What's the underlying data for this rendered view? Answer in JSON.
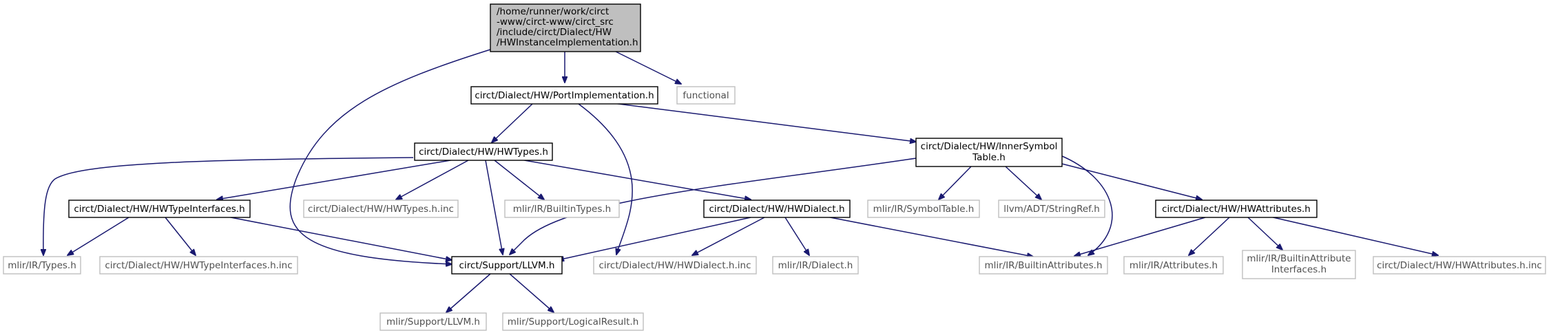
{
  "diagram": {
    "title": "",
    "nodes": {
      "root": {
        "lines": [
          "/home/runner/work/circt",
          "-www/circt-www/circt_src",
          "/include/circt/Dialect/HW",
          "/HWInstanceImplementation.h"
        ]
      },
      "port_impl": {
        "lines": [
          "circt/Dialect/HW/PortImplementation.h"
        ]
      },
      "functional": {
        "lines": [
          "functional"
        ]
      },
      "hwtypes": {
        "lines": [
          "circt/Dialect/HW/HWTypes.h"
        ]
      },
      "inner_symbol": {
        "lines": [
          "circt/Dialect/HW/InnerSymbol",
          "Table.h"
        ]
      },
      "hwtype_interfaces": {
        "lines": [
          "circt/Dialect/HW/HWTypeInterfaces.h"
        ]
      },
      "hwtypes_inc": {
        "lines": [
          "circt/Dialect/HW/HWTypes.h.inc"
        ]
      },
      "builtin_types": {
        "lines": [
          "mlir/IR/BuiltinTypes.h"
        ]
      },
      "hwdialect": {
        "lines": [
          "circt/Dialect/HW/HWDialect.h"
        ]
      },
      "symbol_table": {
        "lines": [
          "mlir/IR/SymbolTable.h"
        ]
      },
      "stringref": {
        "lines": [
          "llvm/ADT/StringRef.h"
        ]
      },
      "hwattributes": {
        "lines": [
          "circt/Dialect/HW/HWAttributes.h"
        ]
      },
      "ir_types": {
        "lines": [
          "mlir/IR/Types.h"
        ]
      },
      "hwtype_interfaces_inc": {
        "lines": [
          "circt/Dialect/HW/HWTypeInterfaces.h.inc"
        ]
      },
      "support_llvm": {
        "lines": [
          "circt/Support/LLVM.h"
        ]
      },
      "hwdialect_inc": {
        "lines": [
          "circt/Dialect/HW/HWDialect.h.inc"
        ]
      },
      "ir_dialect": {
        "lines": [
          "mlir/IR/Dialect.h"
        ]
      },
      "builtin_attributes": {
        "lines": [
          "mlir/IR/BuiltinAttributes.h"
        ]
      },
      "ir_attributes": {
        "lines": [
          "mlir/IR/Attributes.h"
        ]
      },
      "builtin_attr_interfaces": {
        "lines": [
          "mlir/IR/BuiltinAttribute",
          "Interfaces.h"
        ]
      },
      "hwattributes_inc": {
        "lines": [
          "circt/Dialect/HW/HWAttributes.h.inc"
        ]
      },
      "mlir_support_llvm": {
        "lines": [
          "mlir/Support/LLVM.h"
        ]
      },
      "logical_result": {
        "lines": [
          "mlir/Support/LogicalResult.h"
        ]
      }
    }
  },
  "colors": {
    "edge": "#191970",
    "root_fill": "#bfbfbf",
    "solid_border": "#000000",
    "external_border": "#bfbfbf"
  }
}
